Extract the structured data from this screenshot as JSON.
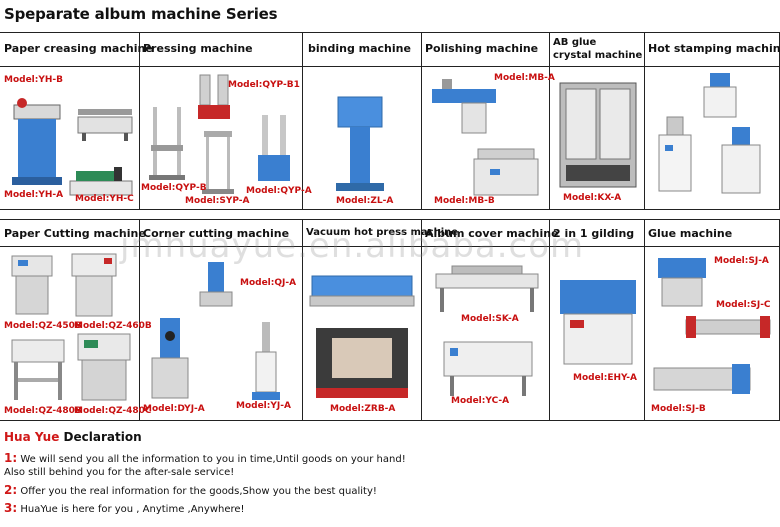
{
  "title": "Speparate album machine Series",
  "watermark": "jmhuayue.en.alibaba.com",
  "row1": {
    "headers": [
      "Paper creasing machine",
      "Pressing machine",
      "binding machine",
      "Polishing machine",
      "AB glue",
      "crystal machine",
      "Hot stamping machine"
    ],
    "models": [
      "Model:YH-B",
      "Model:YH-A",
      "Model:YH-C",
      "Model:QYP-B1",
      "Model:QYP-B",
      "Model:SYP-A",
      "Model:QYP-A",
      "Model:ZL-A",
      "Model:MB-A",
      "Model:MB-B",
      "Model:KX-A"
    ]
  },
  "row2": {
    "headers": [
      "Paper Cutting machine",
      "Corner cutting machine",
      "Vacuum hot press machine",
      "Album  cover machine",
      "2 in 1 gilding",
      "Glue machine"
    ],
    "models": [
      "Model:QZ-450B",
      "Model:QZ-460B",
      "Model:QZ-480B",
      "Model:QZ-480C",
      "Model:QJ-A",
      "Model:DYJ-A",
      "Model:YJ-A",
      "Model:ZRB-A",
      "Model:SK-A",
      "Model:YC-A",
      "Model:EHY-A",
      "Model:SJ-A",
      "Model:SJ-C",
      "Model:SJ-B"
    ]
  },
  "declaration": {
    "brand": "Hua Yue",
    "title_rest": " Declaration",
    "n1": "1:",
    "l1": " We will send you all the information to you in time,Until goods on your hand!",
    "l1b": "Also still behind you for the after-sale service!",
    "n2": "2:",
    "l2": " Offer you the real information for the goods,Show you the best quality!",
    "n3": "3:",
    "l3": " HuaYue is here for you , Anytime ,Anywhere!"
  },
  "colors": {
    "model_red": "#c81010",
    "machine_blue": "#3a7fd0",
    "machine_grey": "#c9c9c9"
  }
}
